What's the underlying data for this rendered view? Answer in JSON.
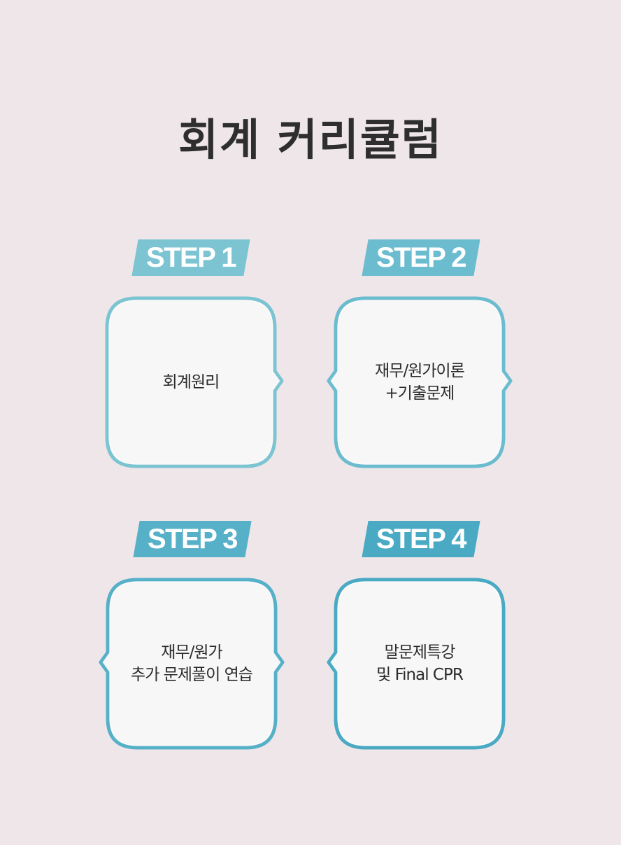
{
  "page": {
    "title": "회계 커리큘럼"
  },
  "colors": {
    "background": "#efe6e9",
    "card_fill": "#f8f7f8",
    "step_colors": [
      "#7cc4d2",
      "#6bbccf",
      "#56b1c8",
      "#4aaac3"
    ]
  },
  "steps": [
    {
      "label": "STEP 1",
      "lines": [
        "회계원리",
        ""
      ]
    },
    {
      "label": "STEP 2",
      "lines": [
        "재무/원가이론",
        "+기출문제"
      ]
    },
    {
      "label": "STEP 3",
      "lines": [
        "재무/원가",
        "추가 문제풀이 연습"
      ]
    },
    {
      "label": "STEP 4",
      "lines": [
        "말문제특강",
        "및 Final CPR"
      ]
    }
  ]
}
